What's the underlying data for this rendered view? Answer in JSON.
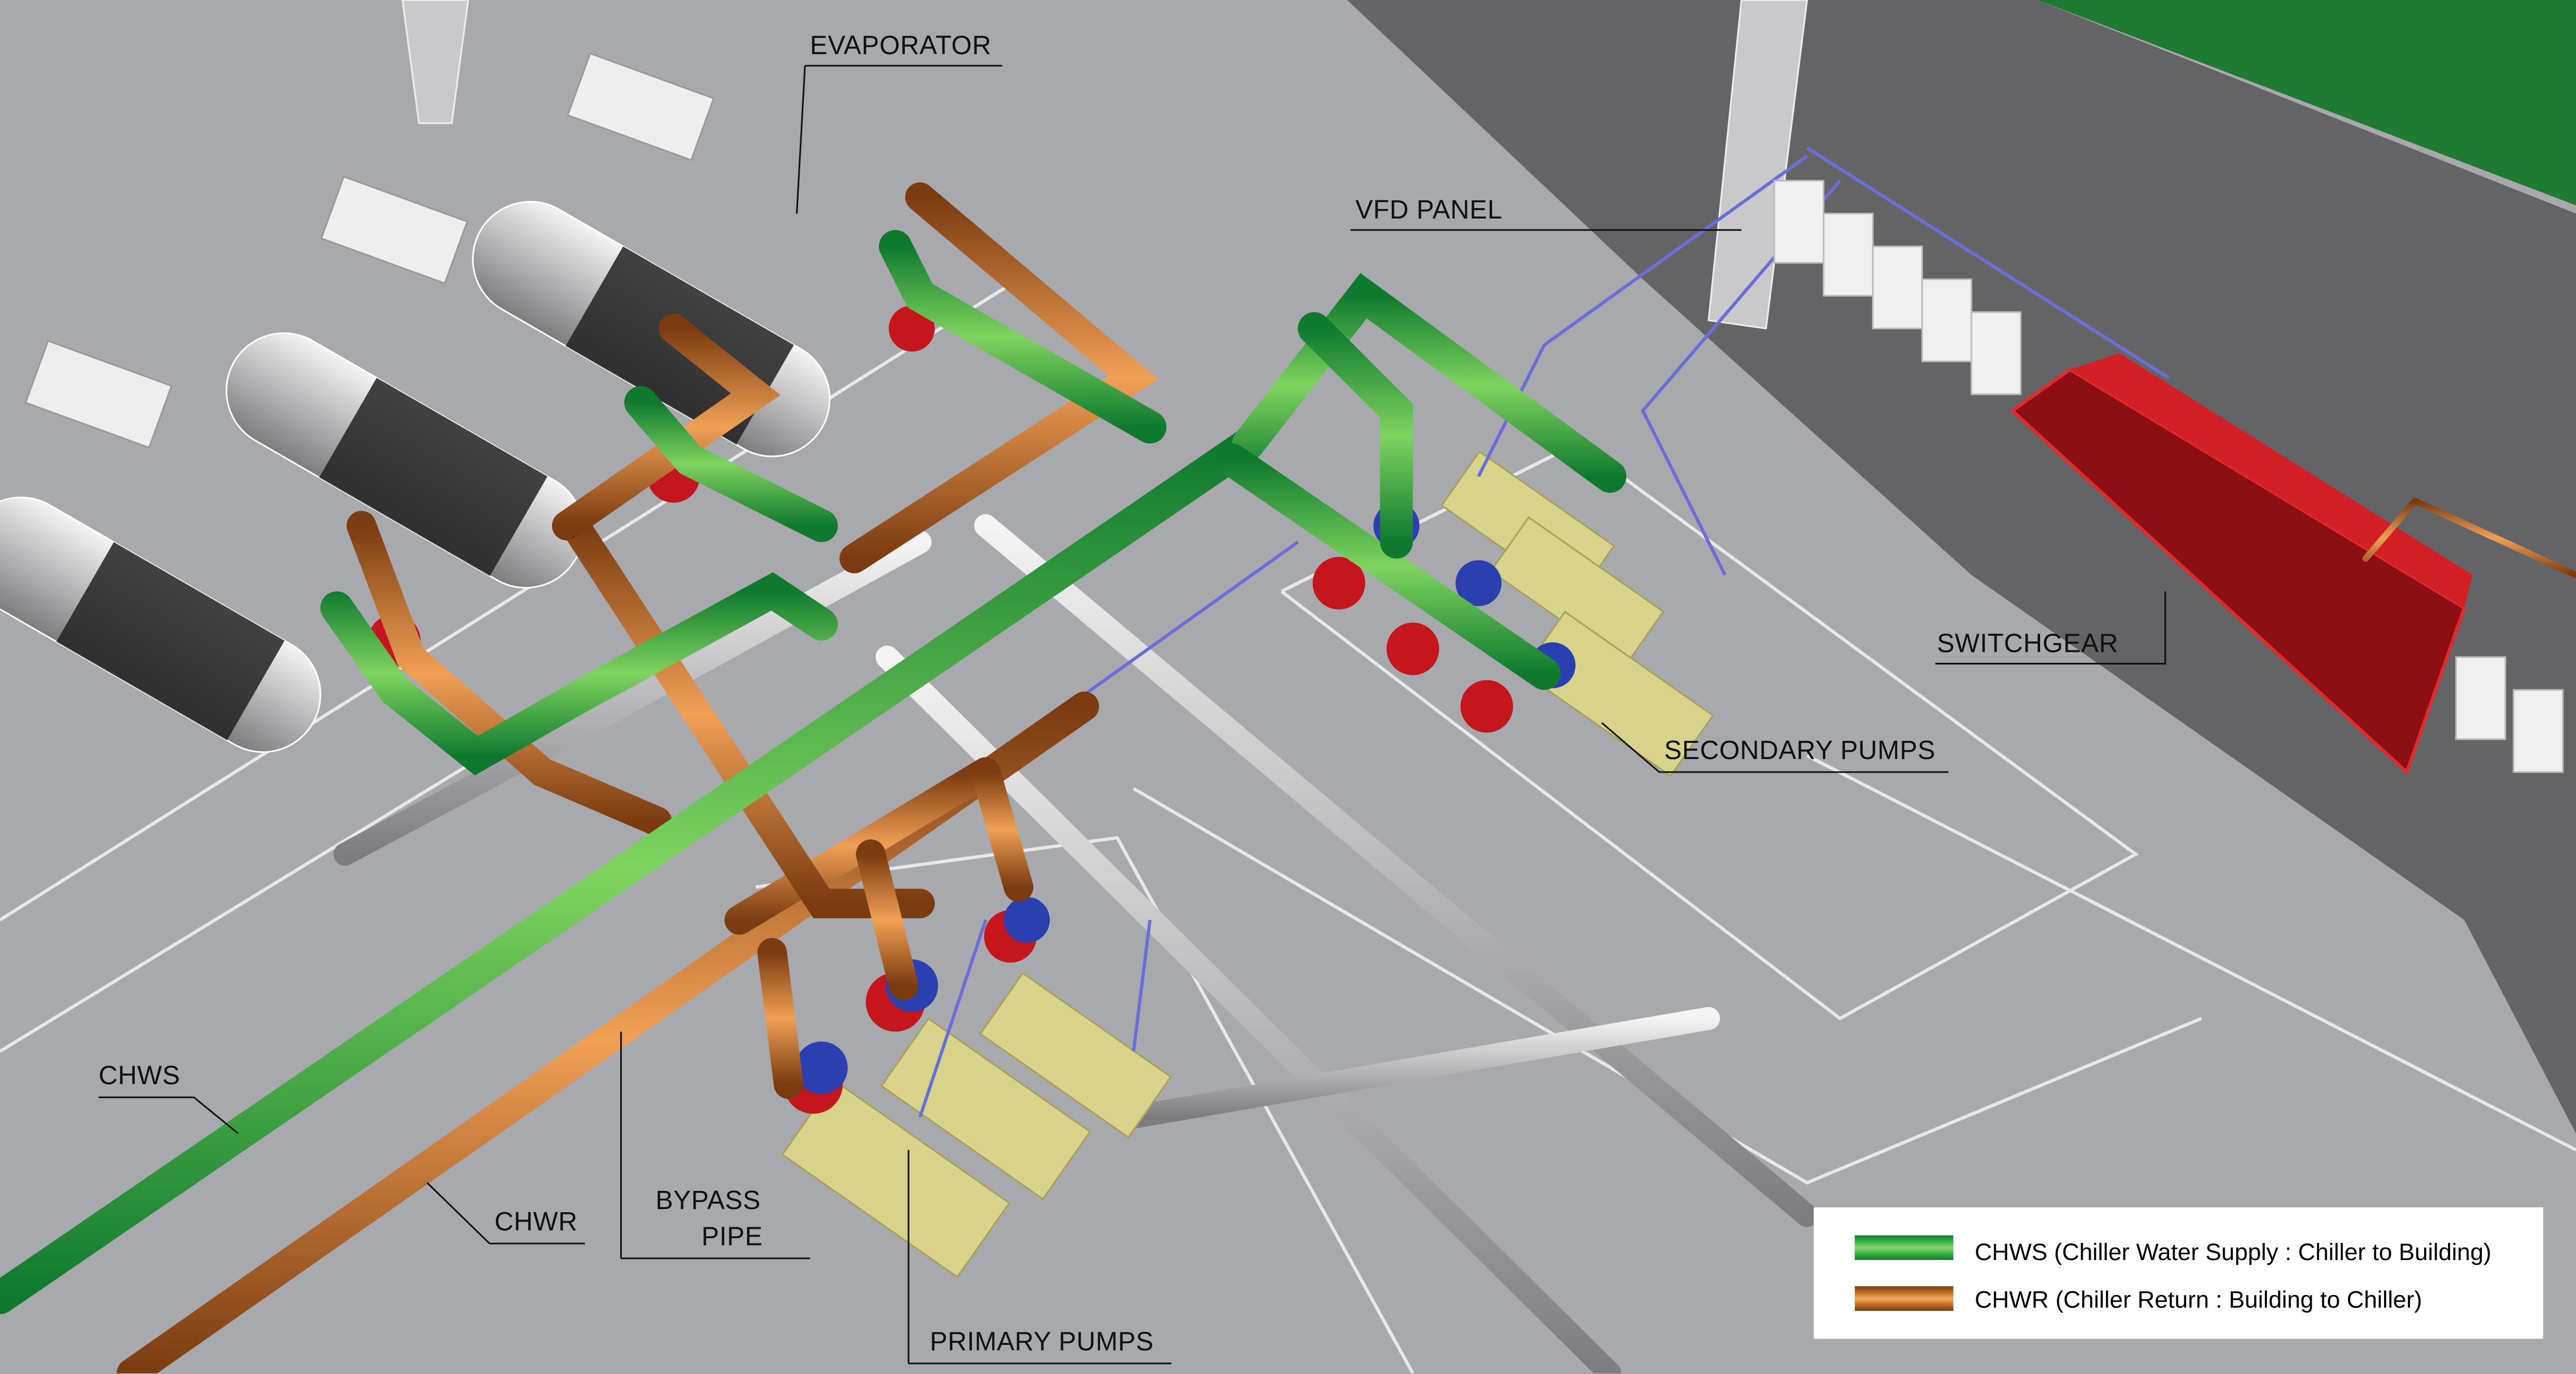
{
  "labels": {
    "evaporator": "EVAPORATOR",
    "vfd_panel": "VFD PANEL",
    "switchgear": "SWITCHGEAR",
    "secondary_pumps": "SECONDARY PUMPS",
    "chws": "CHWS",
    "chwr": "CHWR",
    "bypass_line1": "BYPASS",
    "bypass_line2": "PIPE",
    "primary_pumps": "PRIMARY PUMPS"
  },
  "legend": {
    "items": [
      {
        "label": "CHWS (Chiller Water Supply : Chiller to Building)",
        "color": "#3dbb4a"
      },
      {
        "label": "CHWR (Chiller Return : Building to Chiller)",
        "color": "#c9792f"
      }
    ]
  },
  "colors": {
    "supply": "#3dbb4a",
    "return": "#c9792f",
    "switchgear": "#c4161c",
    "pumps": "#d8d38a",
    "control_wiring": "#6a6fd8",
    "floor": "#a8a9ac",
    "wall": "#5f5f61",
    "grass": "#1f7a32"
  }
}
